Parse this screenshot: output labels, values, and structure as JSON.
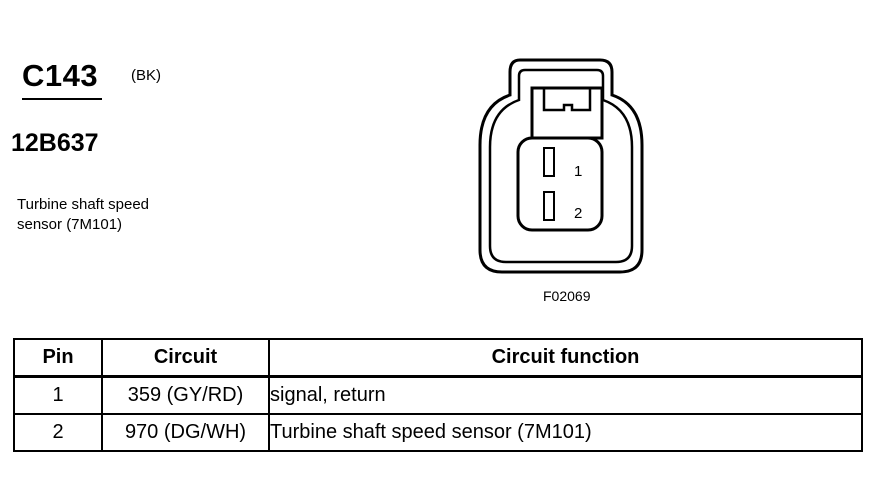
{
  "connector": {
    "id": "C143",
    "color": "(BK)",
    "part_number": "12B637",
    "description": "Turbine shaft speed sensor (7M101)",
    "figure_number": "F02069",
    "pin_labels": [
      "1",
      "2"
    ]
  },
  "table": {
    "headers": {
      "pin": "Pin",
      "circuit": "Circuit",
      "function": "Circuit function"
    },
    "rows": [
      {
        "pin": "1",
        "circuit": "359 (GY/RD)",
        "function": "signal, return"
      },
      {
        "pin": "2",
        "circuit": "970 (DG/WH)",
        "function": "Turbine shaft speed sensor (7M101)"
      }
    ]
  }
}
